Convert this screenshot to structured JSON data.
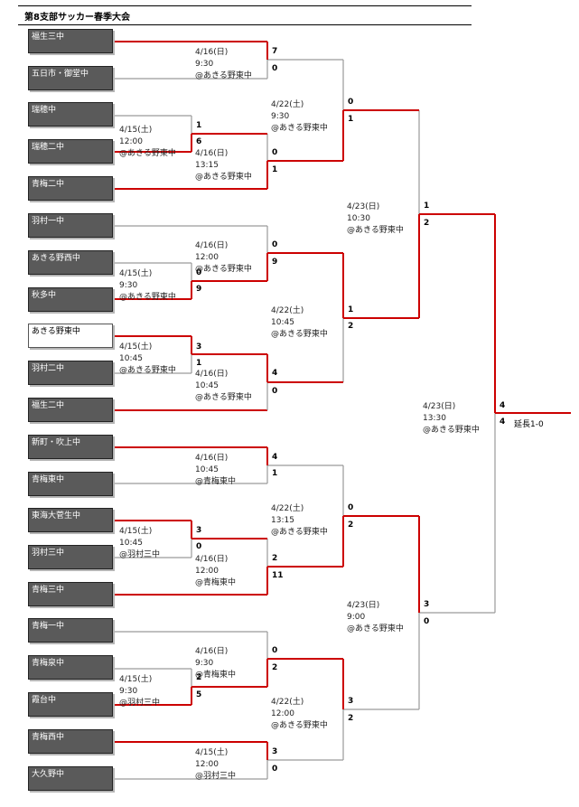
{
  "title": "第8支部サッカー春季大会",
  "colors": {
    "win": "#cc0000",
    "lose": "#9a9a9a",
    "team_bg": "#5a5a5a"
  },
  "teams": [
    {
      "name": "福生三中",
      "highlight": false
    },
    {
      "name": "五日市・御堂中",
      "highlight": false
    },
    {
      "name": "瑞穂中",
      "highlight": false
    },
    {
      "name": "瑞穂二中",
      "highlight": false
    },
    {
      "name": "青梅二中",
      "highlight": false
    },
    {
      "name": "羽村一中",
      "highlight": false
    },
    {
      "name": "あきる野西中",
      "highlight": false
    },
    {
      "name": "秋多中",
      "highlight": false
    },
    {
      "name": "あきる野東中",
      "highlight": true
    },
    {
      "name": "羽村二中",
      "highlight": false
    },
    {
      "name": "福生二中",
      "highlight": false
    },
    {
      "name": "新町・吹上中",
      "highlight": false
    },
    {
      "name": "青梅東中",
      "highlight": false
    },
    {
      "name": "東海大菅生中",
      "highlight": false
    },
    {
      "name": "羽村三中",
      "highlight": false
    },
    {
      "name": "青梅三中",
      "highlight": false
    },
    {
      "name": "青梅一中",
      "highlight": false
    },
    {
      "name": "青梅泉中",
      "highlight": false
    },
    {
      "name": "霞台中",
      "highlight": false
    },
    {
      "name": "青梅西中",
      "highlight": false
    },
    {
      "name": "大久野中",
      "highlight": false
    }
  ],
  "matches": [
    {
      "info": "4/15(土)\n12:00\n@あきる野東中",
      "scores": [
        "1",
        "6"
      ]
    },
    {
      "info": "4/15(土)\n9:30\n@あきる野東中",
      "scores": [
        "0",
        "9"
      ]
    },
    {
      "info": "4/15(土)\n10:45\n@あきる野東中",
      "scores": [
        "3",
        "1"
      ]
    },
    {
      "info": "4/15(土)\n10:45\n@羽村三中",
      "scores": [
        "3",
        "0"
      ]
    },
    {
      "info": "4/15(土)\n9:30\n@羽村三中",
      "scores": [
        "2",
        "5"
      ]
    },
    {
      "info": "4/16(日)\n9:30\n@あきる野東中",
      "scores": [
        "7",
        "0"
      ]
    },
    {
      "info": "4/16(日)\n13:15\n@あきる野東中",
      "scores": [
        "0",
        "1"
      ]
    },
    {
      "info": "4/16(日)\n12:00\n@あきる野東中",
      "scores": [
        "0",
        "9"
      ]
    },
    {
      "info": "4/16(日)\n10:45\n@あきる野東中",
      "scores": [
        "4",
        "0"
      ]
    },
    {
      "info": "4/16(日)\n10:45\n@青梅東中",
      "scores": [
        "4",
        "1"
      ]
    },
    {
      "info": "4/16(日)\n12:00\n@青梅東中",
      "scores": [
        "2",
        "11"
      ]
    },
    {
      "info": "4/16(日)\n9:30\n@青梅東中",
      "scores": [
        "0",
        "2"
      ]
    },
    {
      "info": "4/15(土)\n12:00\n@羽村三中",
      "scores": [
        "3",
        "0"
      ]
    },
    {
      "info": "4/22(土)\n9:30\n@あきる野東中",
      "scores": [
        "0",
        "1"
      ]
    },
    {
      "info": "4/22(土)\n10:45\n@あきる野東中",
      "scores": [
        "1",
        "2"
      ]
    },
    {
      "info": "4/22(土)\n13:15\n@あきる野東中",
      "scores": [
        "0",
        "2"
      ]
    },
    {
      "info": "4/22(土)\n12:00\n@あきる野東中",
      "scores": [
        "3",
        "2"
      ]
    },
    {
      "info": "4/23(日)\n10:30\n@あきる野東中",
      "scores": [
        "1",
        "2"
      ]
    },
    {
      "info": "4/23(日)\n9:00\n@あきる野東中",
      "scores": [
        "3",
        "0"
      ]
    },
    {
      "info": "4/23(日)\n13:30\n@あきる野東中",
      "scores": [
        "4",
        "4"
      ]
    }
  ],
  "final_note": "延長1-0"
}
